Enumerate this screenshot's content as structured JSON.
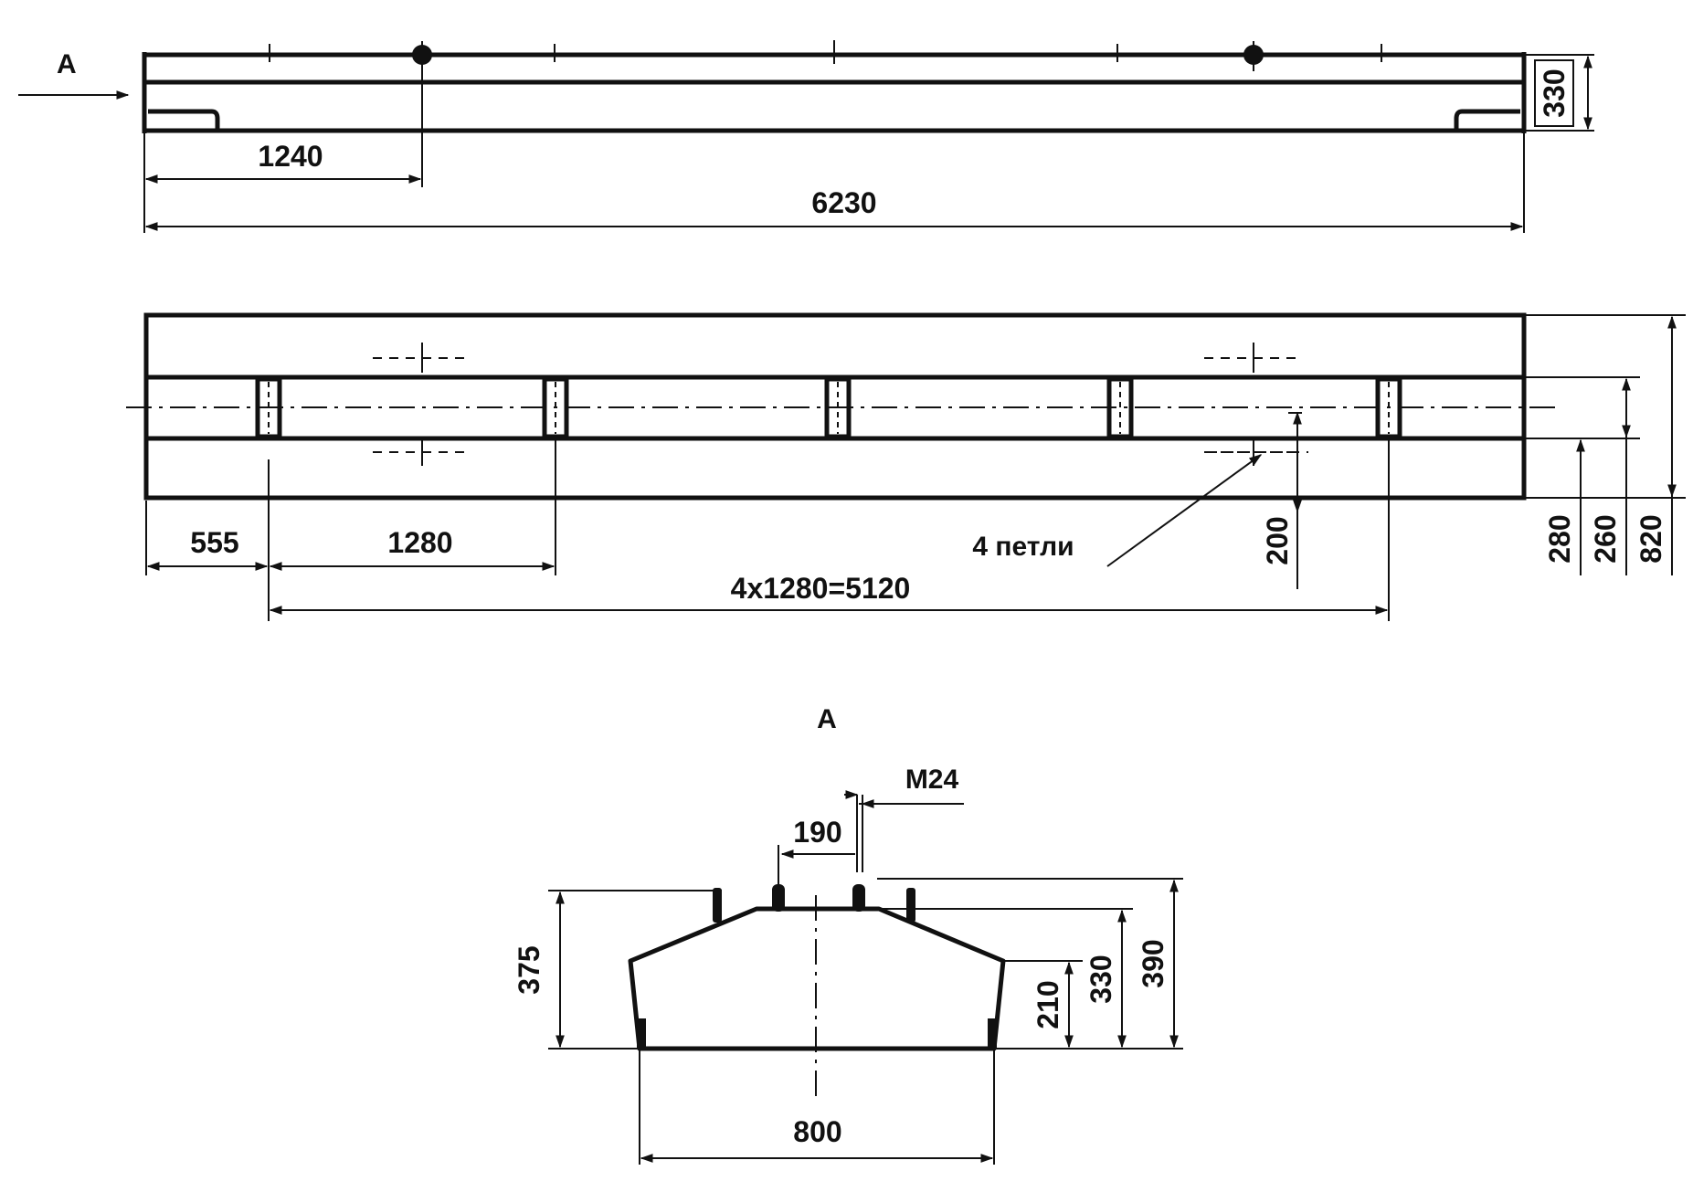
{
  "view_marker": "A",
  "section_title": "A",
  "top_view": {
    "height": "330",
    "offset": "1240",
    "total_length": "6230"
  },
  "plan_view": {
    "edge_offset": "555",
    "spacing": "1280",
    "loops_label": "4 петли",
    "spacing_total": "4x1280=5120",
    "loop_offset": "200",
    "slot_width": "260",
    "side_offset": "280",
    "total_width": "820"
  },
  "section_view": {
    "bolt": "M24",
    "bolt_spacing": "190",
    "left_height": "375",
    "wall_height": "210",
    "mid_height": "330",
    "total_height": "390",
    "base_width": "800"
  }
}
